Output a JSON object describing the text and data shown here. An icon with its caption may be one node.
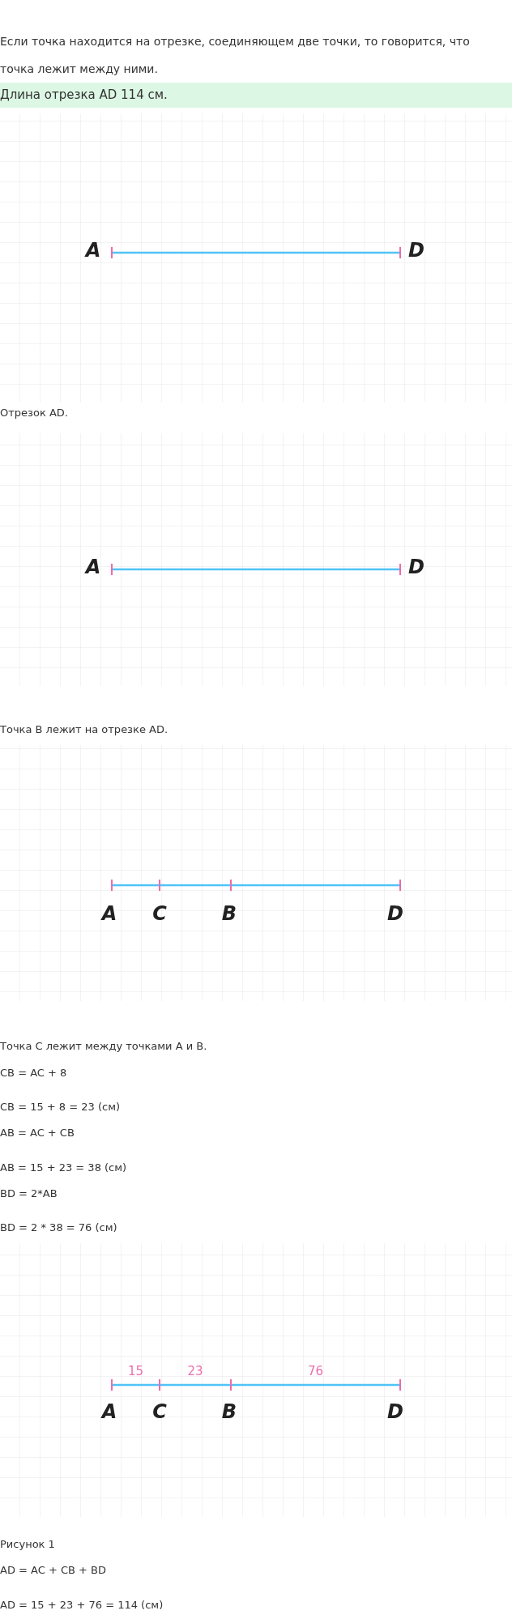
{
  "diagram": {
    "nodes": [
      {
        "text": [
          "A"
        ]
      },
      {
        "text": [
          "D"
        ]
      },
      {
        "text": [
          "A"
        ]
      },
      {
        "text": [
          "D"
        ]
      },
      {
        "text": [
          "A"
        ]
      },
      {
        "text": [
          "C"
        ]
      },
      {
        "text": [
          "B"
        ]
      },
      {
        "text": [
          "D"
        ]
      },
      {
        "text": [
          "A"
        ]
      },
      {
        "text": [
          "C"
        ]
      },
      {
        "text": [
          "B"
        ]
      },
      {
        "text": [
          "D"
        ]
      }
    ],
    "edges": [
      {
        "from": 0,
        "to": 1,
        "arrow": "other"
      },
      {
        "from": 2,
        "to": 3,
        "arrow": "other"
      },
      {
        "from": 4,
        "to": 5,
        "arrow": "other"
      },
      {
        "from": 5,
        "to": 6,
        "arrow": "other"
      },
      {
        "from": 6,
        "to": 7,
        "arrow": "other"
      },
      {
        "from": 8,
        "to": 9,
        "arrow": "other",
        "label": "15"
      },
      {
        "from": 9,
        "to": 10,
        "arrow": "other",
        "label": "23"
      },
      {
        "from": 10,
        "to": 11,
        "arrow": "other",
        "label": "76"
      }
    ],
    "labels": [
      "Если точка находится на отрезке, соединяющем две точки, то говорится, что точка лежит между ними.",
      "Длина отрезка AD 114 см.",
      "Отрезок AD.",
      "Точка B лежит на отрезке AD.",
      "Точка C лежит между точками A и B.",
      "CB = AC + 8",
      "CB = 15 + 8 = 23 (см)",
      "AB = AC + CB",
      "AB = 15 + 23 = 38 (см)",
      "BD = 2*AB",
      "BD = 2 * 38 = 76 (см)",
      "Рисунок 1",
      "AD = AC + CB + BD",
      "AD = 15 + 23 + 76 = 114 (см)"
    ]
  }
}
